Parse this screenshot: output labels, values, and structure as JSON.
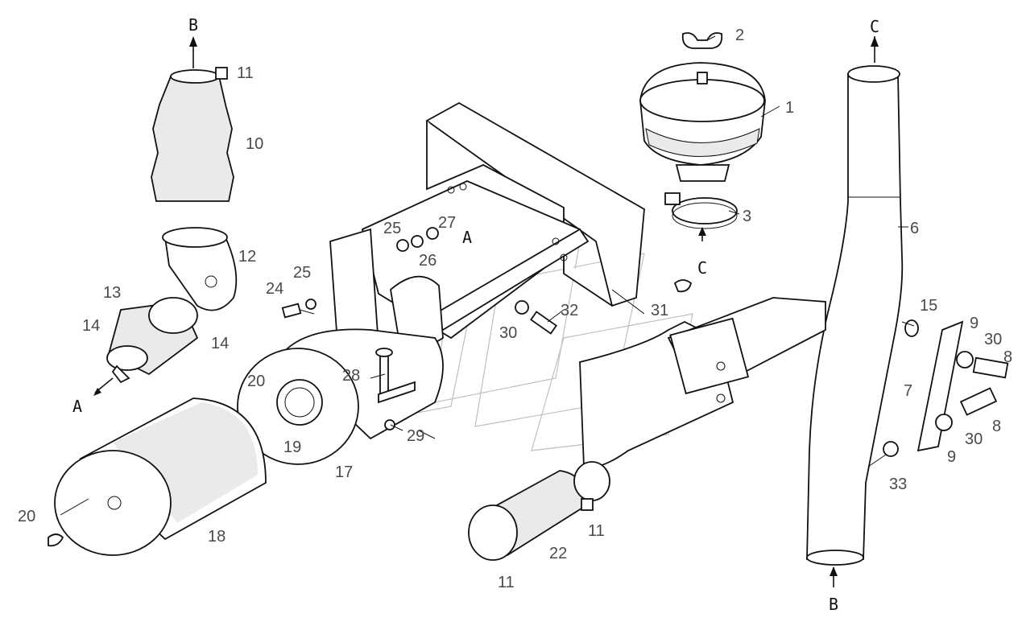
{
  "callouts": [
    {
      "id": "c11a",
      "text": "11"
    },
    {
      "id": "c10",
      "text": "10"
    },
    {
      "id": "c12",
      "text": "12"
    },
    {
      "id": "c13",
      "text": "13"
    },
    {
      "id": "c14a",
      "text": "14"
    },
    {
      "id": "c14b",
      "text": "14"
    },
    {
      "id": "c25a",
      "text": "25"
    },
    {
      "id": "c27",
      "text": "27"
    },
    {
      "id": "c26",
      "text": "26"
    },
    {
      "id": "c25b",
      "text": "25"
    },
    {
      "id": "c24",
      "text": "24"
    },
    {
      "id": "c2",
      "text": "2"
    },
    {
      "id": "c1",
      "text": "1"
    },
    {
      "id": "c3",
      "text": "3"
    },
    {
      "id": "c6",
      "text": "6"
    },
    {
      "id": "c32",
      "text": "32"
    },
    {
      "id": "c31",
      "text": "31"
    },
    {
      "id": "c30a",
      "text": "30"
    },
    {
      "id": "c15",
      "text": "15"
    },
    {
      "id": "c9a",
      "text": "9"
    },
    {
      "id": "c30b",
      "text": "30"
    },
    {
      "id": "c8a",
      "text": "8"
    },
    {
      "id": "c7",
      "text": "7"
    },
    {
      "id": "c8b",
      "text": "8"
    },
    {
      "id": "c30c",
      "text": "30"
    },
    {
      "id": "c9b",
      "text": "9"
    },
    {
      "id": "c33",
      "text": "33"
    },
    {
      "id": "c28",
      "text": "28"
    },
    {
      "id": "c20a",
      "text": "20"
    },
    {
      "id": "c19",
      "text": "19"
    },
    {
      "id": "c29",
      "text": "29"
    },
    {
      "id": "c17",
      "text": "17"
    },
    {
      "id": "c20b",
      "text": "20"
    },
    {
      "id": "c18",
      "text": "18"
    },
    {
      "id": "c11b",
      "text": "11"
    },
    {
      "id": "c22",
      "text": "22"
    },
    {
      "id": "c11c",
      "text": "11"
    }
  ],
  "letters": [
    {
      "id": "lB_top",
      "text": "B"
    },
    {
      "id": "lA_left",
      "text": "A"
    },
    {
      "id": "lA_mid",
      "text": "A"
    },
    {
      "id": "lC_mid",
      "text": "C"
    },
    {
      "id": "lC_top",
      "text": "C"
    },
    {
      "id": "lB_bottom",
      "text": "B"
    }
  ]
}
